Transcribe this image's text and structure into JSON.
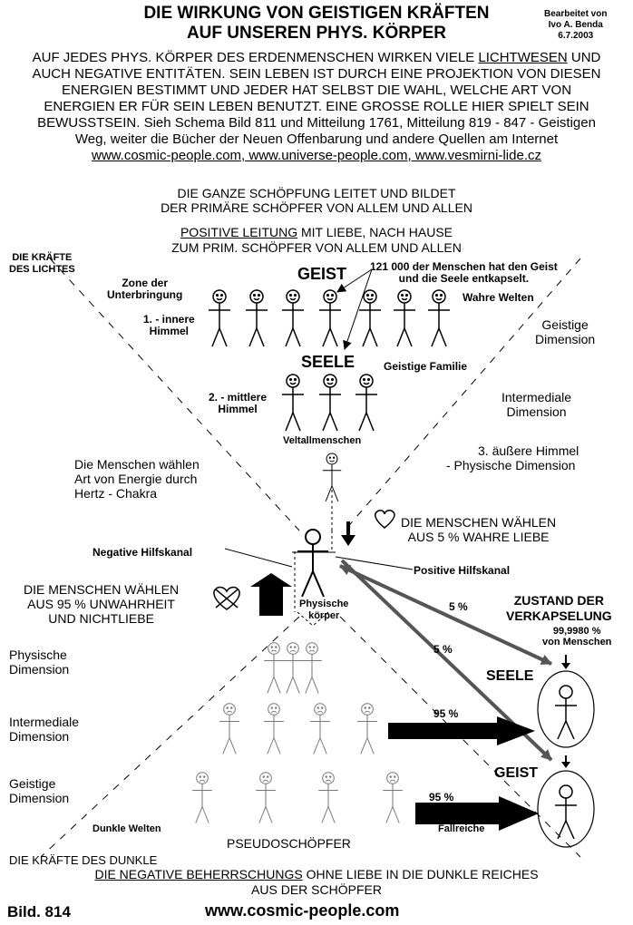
{
  "header": {
    "title_line1": "DIE WIRKUNG VON GEISTIGEN KRÄFTEN",
    "title_line2": "AUF UNSEREN PHYS. KÖRPER",
    "editor_line1": "Bearbeitet von",
    "editor_line2": "Ivo A. Benda",
    "editor_line3": "6.7.2003"
  },
  "intro": {
    "line1_pre": "AUF JEDES PHYS. KÖRPER DES ERDENMENSCHEN WIRKEN VIELE ",
    "line1_link": "LICHTWESEN",
    "line1_post": " UND",
    "line2": "AUCH NEGATIVE ENTITÄTEN. SEIN LEBEN IST DURCH EINE PROJEKTION VON DIESEN",
    "line3": "ENERGIEN BESTIMMT UND JEDER HAT SELBST DIE WAHL, WELCHE ART VON",
    "line4": "ENERGIEN ER FÜR SEIN LEBEN BENUTZT. EINE GROSSE ROLLE HIER SPIELT SEIN",
    "line5": "BEWUSSTSEIN. Sieh Schema Bild 811 und Mitteilung 1761, Mitteilung 819 - 847 - Geistigen",
    "line6": "Weg, weiter die Bücher der Neuen Offenbarung und andere Quellen am Internet",
    "line7": "www.cosmic-people.com, www.universe-people.com, www.vesmirni-lide.cz"
  },
  "creator": {
    "line1": "DIE GANZE SCHÖPFUNG LEITET UND BILDET",
    "line2": "DER PRIMÄRE SCHÖPFER VON ALLEM UND ALLEN"
  },
  "positive": {
    "underlined": "POSITIVE LEITUNG",
    "line1_rest": " MIT LIEBE, NACH HAUSE",
    "line2": "ZUM PRIM. SCHÖPFER VON ALLEM UND ALLEN"
  },
  "labels": {
    "light_forces_1": "DIE KRÄFTE",
    "light_forces_2": "DES LICHTES",
    "zone_1": "Zone der",
    "zone_2": "Unterbringung",
    "inner_heaven_1": "1. - innere",
    "inner_heaven_2": "Himmel",
    "geist": "GEIST",
    "encapsulated_1": "121 000 der Menschen hat den Geist",
    "encapsulated_2": "und die Seele entkapselt.",
    "true_worlds": "Wahre Welten",
    "spiritual_dim_1": "Geistige",
    "spiritual_dim_2": "Dimension",
    "seele": "SEELE",
    "spiritual_family": "Geistige Familie",
    "middle_heaven_1": "2. - mittlere",
    "middle_heaven_2": "Himmel",
    "intermedial_1": "Intermediale",
    "intermedial_2": "Dimension",
    "universe_people": "Veltallmenschen",
    "outer_heaven_1": "3. äußere Himmel",
    "outer_heaven_2": "-  Physische Dimension",
    "choose_1": "Die Menschen wählen",
    "choose_2": "Art von Energie durch",
    "choose_3": "Hertz - Chakra",
    "love_1": "DIE MENSCHEN WÄHLEN",
    "love_2": "AUS 5 % WAHRE LIEBE",
    "neg_channel": "Negative Hilfskanal",
    "pos_channel": "Positive Hilfskanal",
    "untruth_1": "DIE MENSCHEN WÄHLEN",
    "untruth_2": "AUS 95 % UNWAHRHEIT",
    "untruth_3": "UND NICHTLIEBE",
    "body_1": "Physische",
    "body_2": "körper",
    "pct5_a": "5 %",
    "pct5_b": "5 %",
    "state_1": "ZUSTAND DER",
    "state_2": "VERKAPSELUNG",
    "state_3": "99,9980 %",
    "state_4": "von Menschen",
    "seele_right": "SEELE",
    "geist_right": "GEIST",
    "phys_dim_1": "Physische",
    "phys_dim_2": "Dimension",
    "inter_dim_1": "Intermediale",
    "inter_dim_2": "Dimension",
    "geist_dim_1": "Geistige",
    "geist_dim_2": "Dimension",
    "pct95_a": "95 %",
    "pct95_b": "95 %",
    "dark_worlds": "Dunkle Welten",
    "pseudo": "PSEUDOSCHÖPFER",
    "fall": "Fallreiche"
  },
  "footer": {
    "dark_forces": "DIE KRÄFTE DES DUNKLE",
    "negative_underlined": "DIE NEGATIVE BEHERRSCHUNGS",
    "negative_rest": " OHNE LIEBE IN DIE DUNKLE REICHES",
    "creator_line": "AUS DER SCHÖPFER",
    "figure": "Bild. 814",
    "website": "www.cosmic-people.com"
  }
}
